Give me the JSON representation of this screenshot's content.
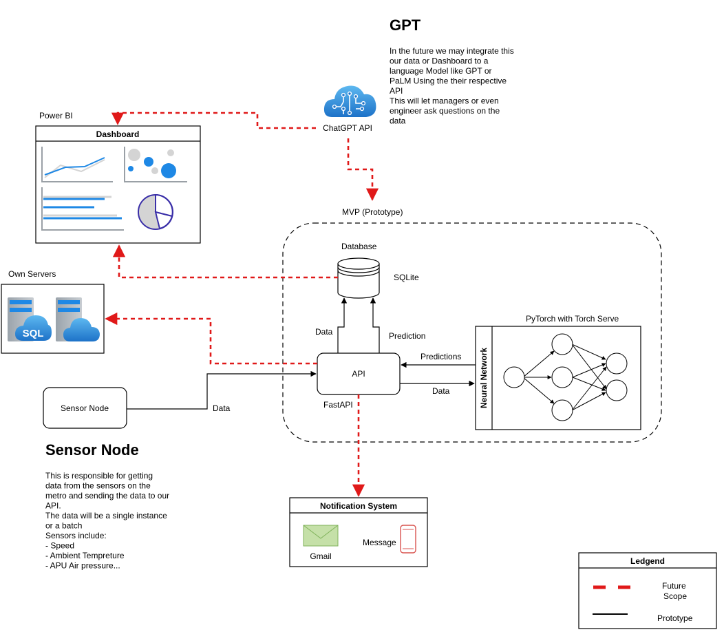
{
  "gpt": {
    "title": "GPT",
    "lines": [
      "In the future we may integrate this",
      "our data or Dashboard to a",
      "language Model like GPT or",
      "PaLM Using the their respective",
      "API",
      "",
      "This will let managers or even",
      "engineer ask questions on the",
      "data"
    ],
    "chatgpt_label": "ChatGPT API"
  },
  "powerbi": {
    "label": "Power BI",
    "dashboard_title": "Dashboard"
  },
  "own_servers": {
    "label": "Own Servers",
    "sql_label": "SQL"
  },
  "mvp": {
    "label": "MVP (Prototype)"
  },
  "database": {
    "label": "Database",
    "engine": "SQLite"
  },
  "api": {
    "label": "API",
    "framework": "FastAPI"
  },
  "edges": {
    "data_to_db": "Data",
    "prediction_to_db": "Prediction",
    "predictions_from_nn": "Predictions",
    "data_to_nn": "Data",
    "sensor_data": "Data"
  },
  "pytorch": {
    "label": "PyTorch with Torch Serve",
    "nn_label": "Neural Network"
  },
  "sensor_node": {
    "box_label": "Sensor Node",
    "title": "Sensor Node"
  },
  "sensor_desc": {
    "lines": [
      "This is responsible for getting",
      "data from the sensors on the",
      "metro and sending the data to our",
      "API.",
      "",
      "The data will be a single instance",
      "or a batch",
      "",
      "Sensors include:",
      "- Speed",
      "- Ambient Tempreture",
      "- APU Air pressure..."
    ]
  },
  "notification": {
    "title": "Notification System",
    "gmail": "Gmail",
    "message": "Message"
  },
  "legend": {
    "title": "Ledgend",
    "future_line1": "Future",
    "future_line2": "Scope",
    "prototype": "Prototype"
  },
  "colors": {
    "future": "#e01919",
    "azure_blue": "#1e88e5",
    "dashboard_blue": "#1e88e5"
  }
}
